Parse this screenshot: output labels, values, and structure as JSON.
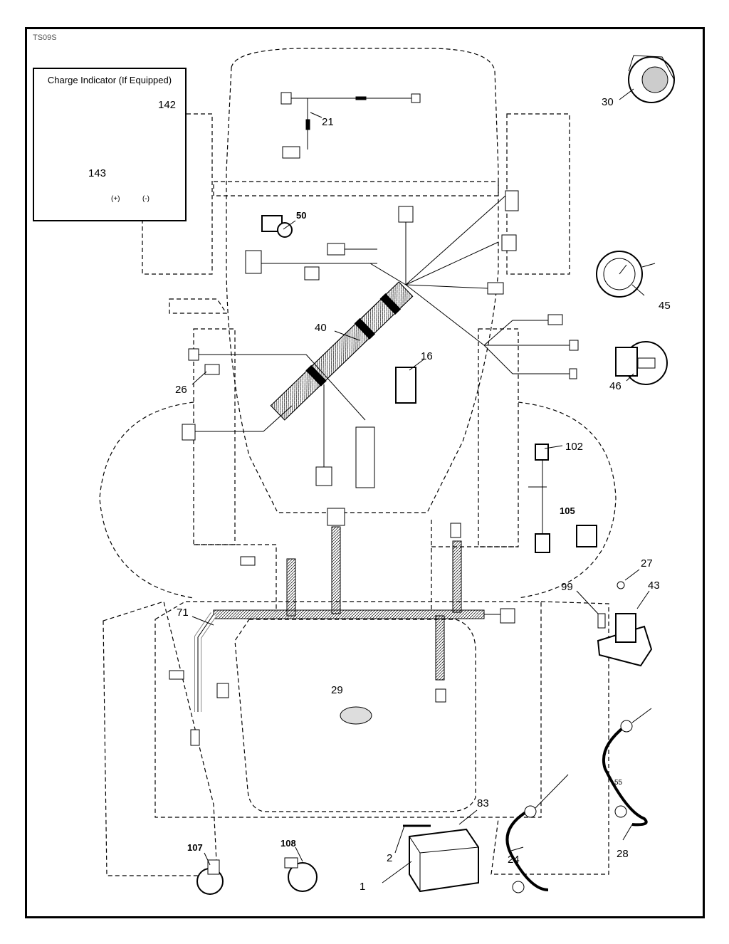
{
  "diagram_code": "TS09S",
  "inset": {
    "title": "Charge Indicator (If Equipped)",
    "plus": "(+)",
    "minus": "(-)"
  },
  "callouts": {
    "c1": "1",
    "c2": "2",
    "c16": "16",
    "c21": "21",
    "c24": "24",
    "c26": "26",
    "c27": "27",
    "c28": "28",
    "c29": "29",
    "c30": "30",
    "c40": "40",
    "c43": "43",
    "c45": "45",
    "c46": "46",
    "c50": "50",
    "c55": "55",
    "c71": "71",
    "c83": "83",
    "c99": "99",
    "c102": "102",
    "c105": "105",
    "c107": "107",
    "c108": "108",
    "c142": "142",
    "c143": "143"
  }
}
